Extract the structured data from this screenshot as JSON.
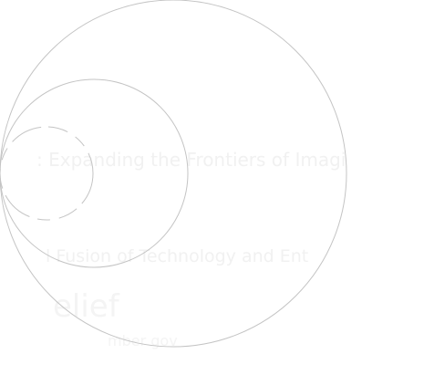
{
  "overlay": {
    "line_1": ": Expanding the Frontiers of Imagi",
    "line_2": "l Fusion of Technology and Ent",
    "line_3": "elief",
    "line_4": "mber gov"
  }
}
